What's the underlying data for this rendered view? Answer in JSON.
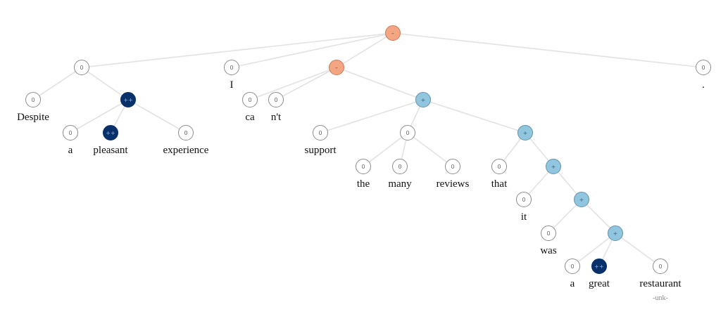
{
  "colors": {
    "edge": "#e2e2e2",
    "sentiment": {
      "--": {
        "fill": "#f4a582",
        "stroke": "#c97a5a",
        "text": "#7a3b22"
      },
      "-": {
        "fill": "#f4a582",
        "stroke": "#c97a5a",
        "text": "#7a3b22"
      },
      "0": {
        "fill": "#ffffff",
        "stroke": "#8c8c8c",
        "text": "#666666"
      },
      "+": {
        "fill": "#92c5de",
        "stroke": "#5e93b0",
        "text": "#2f5f7a"
      },
      "++": {
        "fill": "#08306b",
        "stroke": "#08306b",
        "text": "#8fb4e0"
      }
    }
  },
  "nodes": [
    {
      "id": "root",
      "label": "–",
      "sentiment": "-"
    },
    {
      "id": "n1",
      "label": "0",
      "sentiment": "0",
      "parent": "root"
    },
    {
      "id": "n1a",
      "label": "0",
      "sentiment": "0",
      "parent": "n1",
      "word": "Despite"
    },
    {
      "id": "n1b",
      "label": "++",
      "sentiment": "++",
      "parent": "n1"
    },
    {
      "id": "n1b1",
      "label": "0",
      "sentiment": "0",
      "parent": "n1b",
      "word": "a"
    },
    {
      "id": "n1b2",
      "label": "++",
      "sentiment": "++",
      "parent": "n1b",
      "word": "pleasant"
    },
    {
      "id": "n1b3",
      "label": "0",
      "sentiment": "0",
      "parent": "n1b",
      "word": "experience"
    },
    {
      "id": "n2",
      "label": "0",
      "sentiment": "0",
      "parent": "root",
      "word": "I"
    },
    {
      "id": "n3",
      "label": "–",
      "sentiment": "-",
      "parent": "root"
    },
    {
      "id": "n3a",
      "label": "0",
      "sentiment": "0",
      "parent": "n3",
      "word": "ca"
    },
    {
      "id": "n3b",
      "label": "0",
      "sentiment": "0",
      "parent": "n3",
      "word": "n't"
    },
    {
      "id": "n3c",
      "label": "+",
      "sentiment": "+",
      "parent": "n3"
    },
    {
      "id": "n3c1",
      "label": "0",
      "sentiment": "0",
      "parent": "n3c",
      "word": "support"
    },
    {
      "id": "n3c2",
      "label": "0",
      "sentiment": "0",
      "parent": "n3c"
    },
    {
      "id": "n3c2a",
      "label": "0",
      "sentiment": "0",
      "parent": "n3c2",
      "word": "the"
    },
    {
      "id": "n3c2b",
      "label": "0",
      "sentiment": "0",
      "parent": "n3c2",
      "word": "many"
    },
    {
      "id": "n3c2c",
      "label": "0",
      "sentiment": "0",
      "parent": "n3c2",
      "word": "reviews"
    },
    {
      "id": "n3c3",
      "label": "+",
      "sentiment": "+",
      "parent": "n3c"
    },
    {
      "id": "n3c3a",
      "label": "0",
      "sentiment": "0",
      "parent": "n3c3",
      "word": "that"
    },
    {
      "id": "n3c3b",
      "label": "+",
      "sentiment": "+",
      "parent": "n3c3"
    },
    {
      "id": "n3c3b1",
      "label": "0",
      "sentiment": "0",
      "parent": "n3c3b",
      "word": "it"
    },
    {
      "id": "n3c3b2",
      "label": "+",
      "sentiment": "+",
      "parent": "n3c3b"
    },
    {
      "id": "n3c3b2a",
      "label": "0",
      "sentiment": "0",
      "parent": "n3c3b2",
      "word": "was"
    },
    {
      "id": "n3c3b2b",
      "label": "+",
      "sentiment": "+",
      "parent": "n3c3b2"
    },
    {
      "id": "n3c3b2b1",
      "label": "0",
      "sentiment": "0",
      "parent": "n3c3b2b",
      "word": "a"
    },
    {
      "id": "n3c3b2b2",
      "label": "++",
      "sentiment": "++",
      "parent": "n3c3b2b",
      "word": "great"
    },
    {
      "id": "n3c3b2b3",
      "label": "0",
      "sentiment": "0",
      "parent": "n3c3b2b",
      "word": "restaurant",
      "note": "-unk-"
    },
    {
      "id": "n4",
      "label": "0",
      "sentiment": "0",
      "parent": "root",
      "word": "."
    }
  ]
}
